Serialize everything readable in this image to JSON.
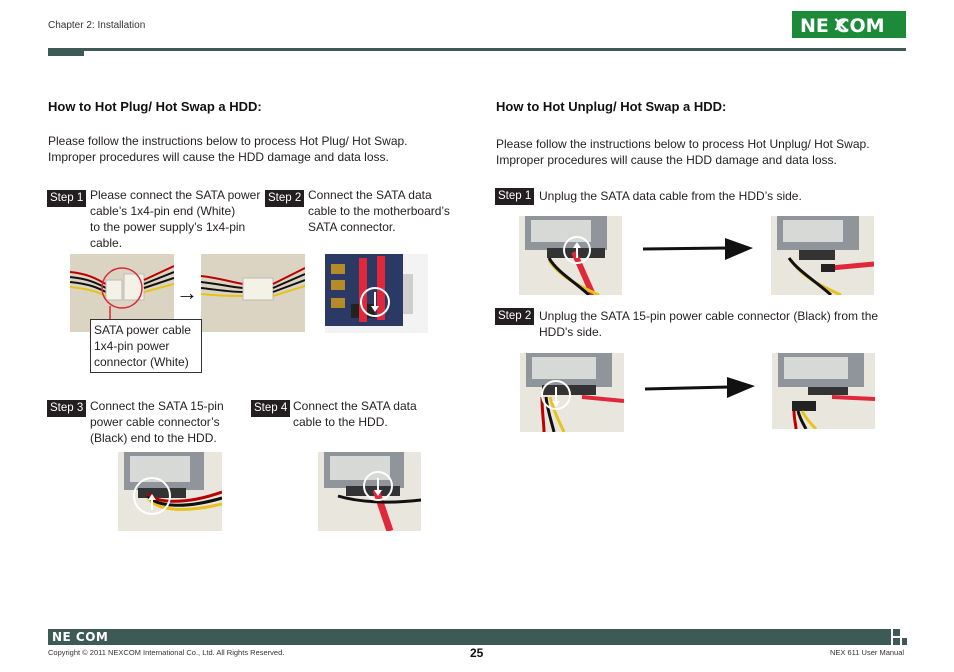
{
  "header": {
    "chapter": "Chapter 2: Installation",
    "logo": "NE COM"
  },
  "left": {
    "title": "How to Hot Plug/ Hot Swap a HDD:",
    "intro_line1": "Please follow the instructions below to process Hot Plug/ Hot Swap.",
    "intro_line2": "Improper procedures will cause the HDD damage and data loss.",
    "step1": {
      "badge": "Step 1",
      "lines": [
        "Please connect the SATA power",
        "cable’s 1x4-pin end (White)",
        "to the power supply’s 1x4-pin",
        "cable."
      ]
    },
    "step2": {
      "badge": "Step 2",
      "lines": [
        "Connect the SATA data",
        "cable to the motherboard’s",
        "SATA connector."
      ]
    },
    "caption": [
      "SATA power cable",
      "1x4-pin power",
      "connector (White)"
    ],
    "step3": {
      "badge": "Step 3",
      "lines": [
        "Connect the SATA 15-pin",
        "power cable connector’s",
        "(Black) end to the HDD."
      ]
    },
    "step4": {
      "badge": "Step 4",
      "lines": [
        "Connect the SATA data",
        "cable to the HDD."
      ]
    }
  },
  "right": {
    "title": "How to Hot Unplug/ Hot Swap a HDD:",
    "intro_line1": "Please follow the instructions below to process Hot Unplug/ Hot Swap.",
    "intro_line2": "Improper procedures will cause the HDD damage and data loss.",
    "step1": {
      "badge": "Step 1",
      "text": "Unplug the SATA data cable from the HDD’s side."
    },
    "step2": {
      "badge": "Step 2",
      "lines": [
        "Unplug the SATA 15-pin power cable connector (Black) from the",
        "HDD's side."
      ]
    }
  },
  "footer": {
    "logo": "NE COM",
    "copyright": "Copyright © 2011 NEXCOM International Co., Ltd. All Rights Reserved.",
    "page": "25",
    "manual": "NEX 611 User Manual"
  },
  "colors": {
    "brand_green": "#1b8b3a",
    "rule": "#3d5a56",
    "badge": "#231f20",
    "sata_red": "#d8283a"
  }
}
